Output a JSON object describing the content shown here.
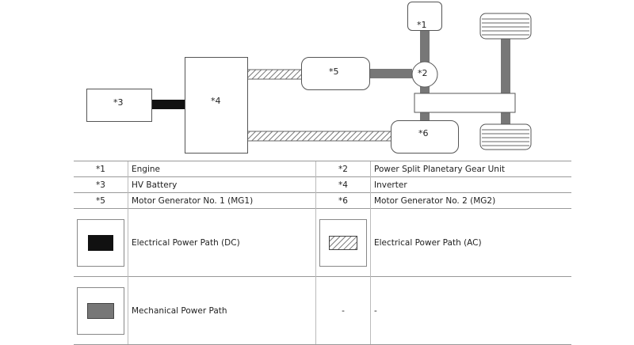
{
  "diagram": {
    "labels": {
      "engine": "*1",
      "planetary": "*2",
      "battery": "*3",
      "inverter": "*4",
      "mg1": "*5",
      "mg2": "*6"
    },
    "colors": {
      "dc_path": "#111111",
      "ac_path": "#888888",
      "mechanical_path": "#777777",
      "box_border": "#555555"
    }
  },
  "legend": {
    "rows": [
      {
        "id1": "*1",
        "label1": "Engine",
        "id2": "*2",
        "label2": "Power Split Planetary Gear Unit"
      },
      {
        "id1": "*3",
        "label1": "HV Battery",
        "id2": "*4",
        "label2": "Inverter"
      },
      {
        "id1": "*5",
        "label1": "Motor Generator No. 1 (MG1)",
        "id2": "*6",
        "label2": "Motor Generator No. 2 (MG2)"
      }
    ],
    "paths": {
      "dc": "Electrical Power Path (DC)",
      "ac": "Electrical Power Path (AC)",
      "mechanical": "Mechanical Power Path",
      "empty_symbol": "-",
      "empty_label": "-"
    }
  }
}
